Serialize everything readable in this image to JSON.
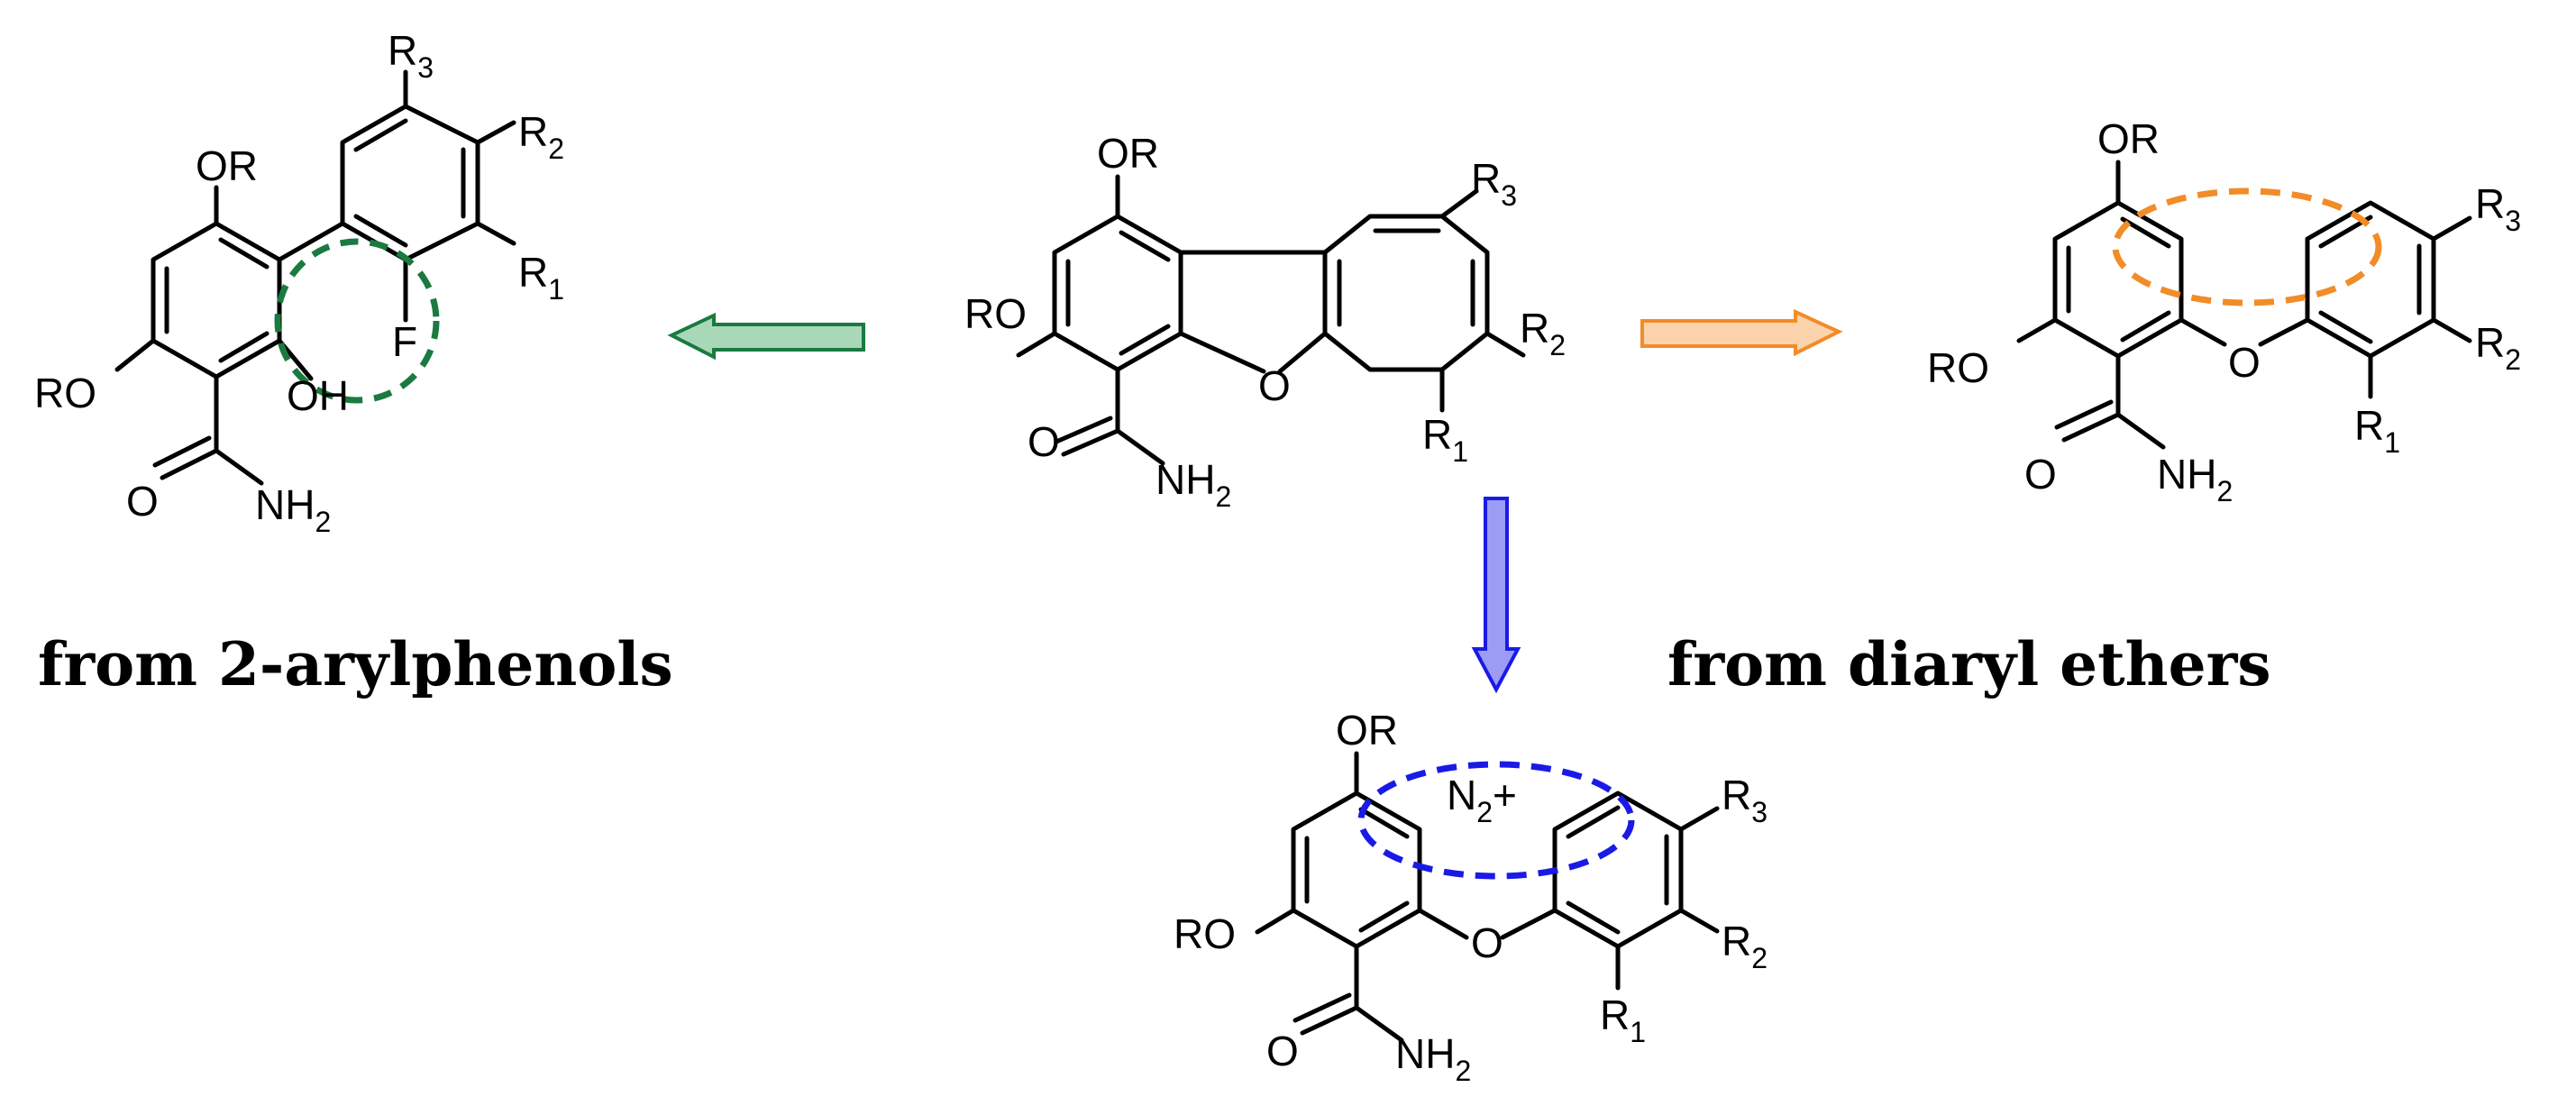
{
  "captions": {
    "left": "from 2-arylphenols",
    "right": "from diaryl ethers"
  },
  "labels": {
    "OR": "OR",
    "RO": "RO",
    "O": "O",
    "OH": "OH",
    "F": "F",
    "NH": "NH",
    "N": "N",
    "plus": "+",
    "R": "R",
    "sub2": "2",
    "sub1": "1",
    "sub3": "3"
  },
  "colors": {
    "green": "#1a7a40",
    "green_fill": "#a9d8b8",
    "orange": "#f28c28",
    "orange_fill": "#fbd3ad",
    "blue": "#1a1ae6",
    "blue_fill": "#9c9cf5",
    "ink": "#000000"
  },
  "arrows": [
    {
      "name": "arrow-left-green",
      "direction": "left",
      "color": "green"
    },
    {
      "name": "arrow-right-orange",
      "direction": "right",
      "color": "orange"
    },
    {
      "name": "arrow-down-blue",
      "direction": "down",
      "color": "blue"
    }
  ]
}
